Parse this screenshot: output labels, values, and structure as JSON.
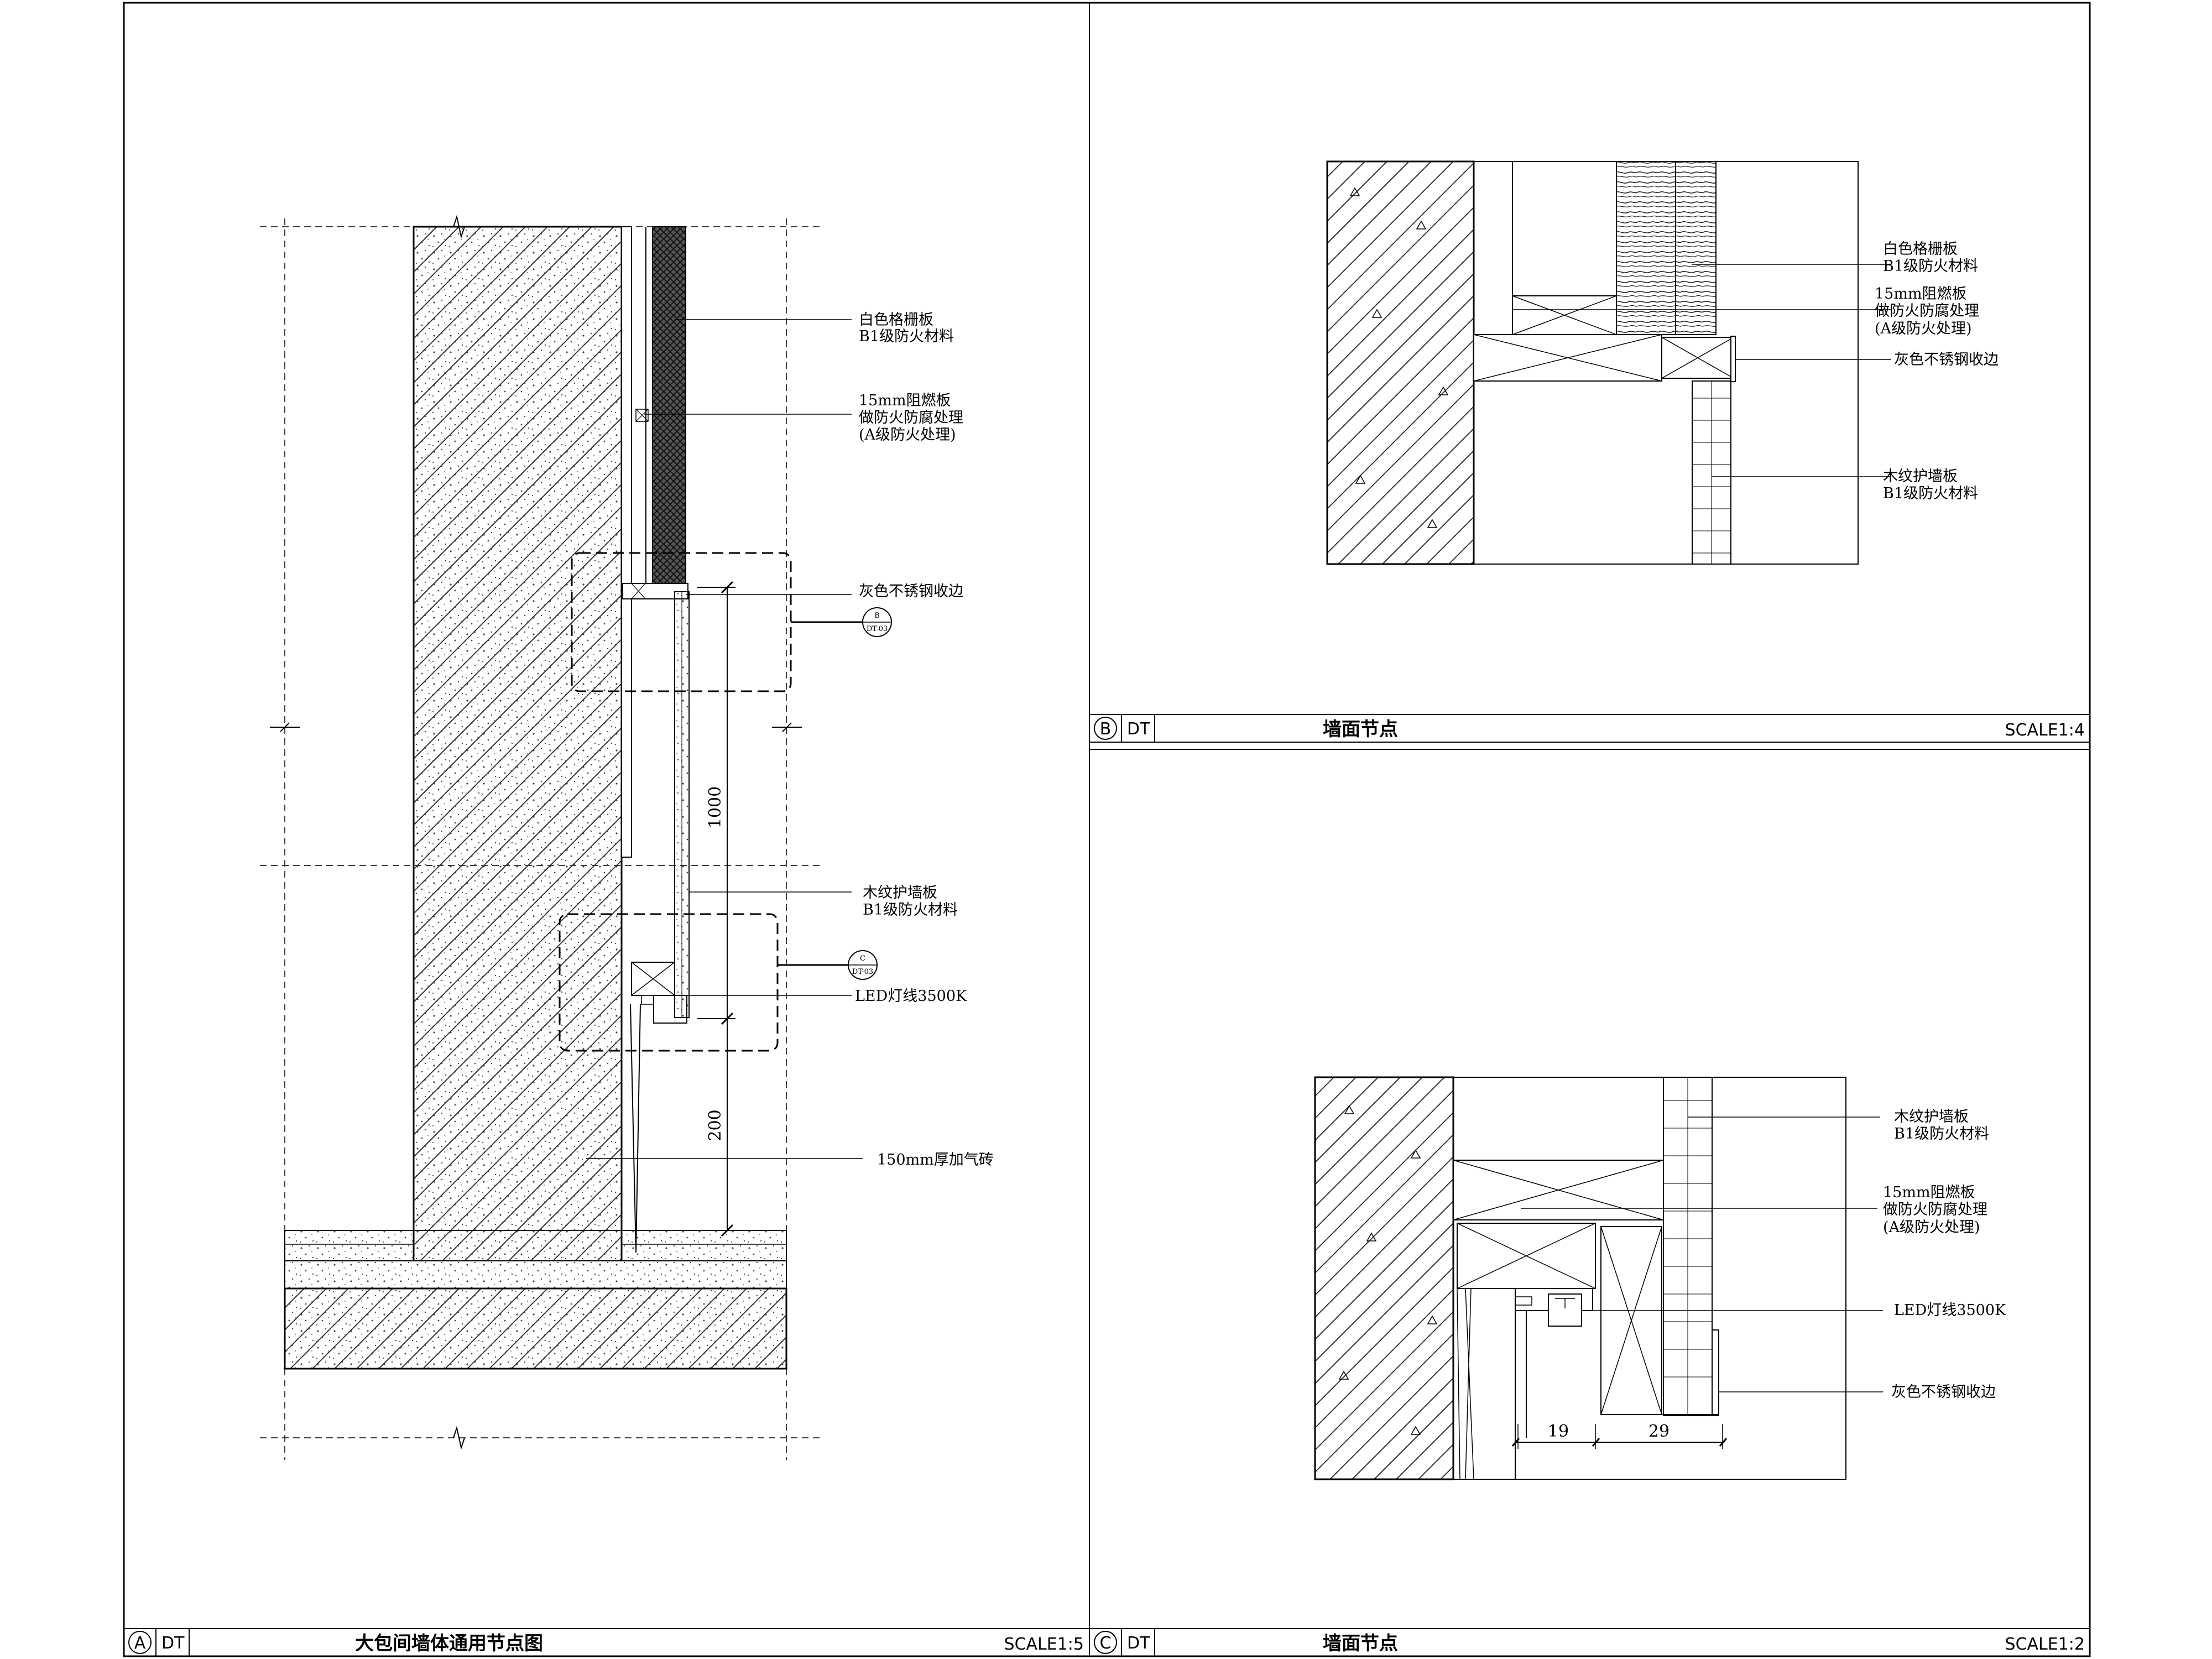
{
  "panels": {
    "A": {
      "letter": "A",
      "code": "DT",
      "title": "大包间墙体通用节点图",
      "scale": "SCALE1:5",
      "labels": {
        "white_grille": [
          "白色格栅板",
          "B1级防火材料"
        ],
        "fire_board": [
          "15mm阻燃板",
          "做防火防腐处理",
          "(A级防火处理)"
        ],
        "steel_edge": [
          "灰色不锈钢收边"
        ],
        "wood_panel": [
          "木纹护墙板",
          "B1级防火材料"
        ],
        "led": [
          "LED灯线3500K"
        ],
        "brick": [
          "150mm厚加气砖"
        ]
      },
      "callout_b": {
        "top": "B",
        "bottom": "DT-03"
      },
      "callout_c": {
        "top": "C",
        "bottom": "DT-03"
      },
      "dims": {
        "d1000": "1000",
        "d200": "200"
      }
    },
    "B": {
      "letter": "B",
      "code": "DT",
      "title": "墙面节点",
      "scale": "SCALE1:4",
      "labels": {
        "white_grille": [
          "白色格栅板",
          "B1级防火材料"
        ],
        "fire_board": [
          "15mm阻燃板",
          "做防火防腐处理",
          "(A级防火处理)"
        ],
        "steel_edge": [
          "灰色不锈钢收边"
        ],
        "wood_panel": [
          "木纹护墙板",
          "B1级防火材料"
        ]
      }
    },
    "C": {
      "letter": "C",
      "code": "DT",
      "title": "墙面节点",
      "scale": "SCALE1:2",
      "labels": {
        "wood_panel": [
          "木纹护墙板",
          "B1级防火材料"
        ],
        "fire_board": [
          "15mm阻燃板",
          "做防火防腐处理",
          "(A级防火处理)"
        ],
        "led": [
          "LED灯线3500K"
        ],
        "steel_edge": [
          "灰色不锈钢收边"
        ]
      },
      "dims": {
        "d19": "19",
        "d29": "29"
      }
    }
  }
}
